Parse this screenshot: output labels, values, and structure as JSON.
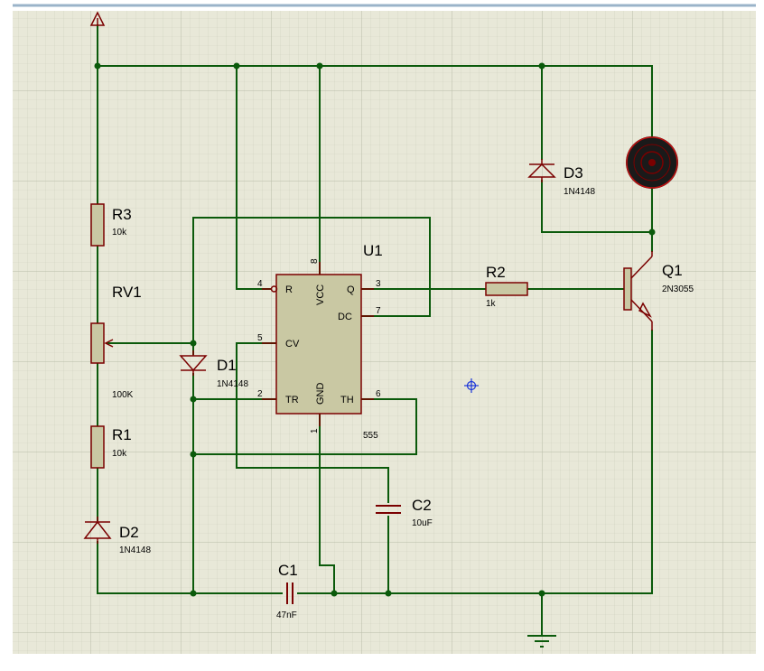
{
  "schematic": {
    "power_symbol": "power-terminal-arrow",
    "ground_symbol": "ground",
    "probe_symbol": "crosshair-probe",
    "colors": {
      "background": "#e8e8d8",
      "grid_minor": "#cdd0bd",
      "grid_major": "#b9bca8",
      "wire": "#0b5a0b",
      "component": "#7a0000",
      "ic_fill": "#c9c8a3",
      "probe": "#1a35d8",
      "motor_fill": "#1a1a1a",
      "motor_ring": "#c01010"
    },
    "components": {
      "u1": {
        "ref": "U1",
        "value": "555",
        "pins": {
          "p8": "8",
          "p4": "4",
          "p3": "3",
          "p7": "7",
          "p5": "5",
          "p2": "2",
          "p6": "6",
          "p1": "1"
        },
        "labels": {
          "vcc": "VCC",
          "r": "R",
          "q": "Q",
          "dc": "DC",
          "cv": "CV",
          "tr": "TR",
          "th": "TH",
          "gnd": "GND"
        }
      },
      "r3": {
        "ref": "R3",
        "value": "10k"
      },
      "rv1": {
        "ref": "RV1",
        "value": "100K"
      },
      "r1": {
        "ref": "R1",
        "value": "10k"
      },
      "d2": {
        "ref": "D2",
        "value": "1N4148"
      },
      "d1": {
        "ref": "D1",
        "value": "1N4148"
      },
      "d3": {
        "ref": "D3",
        "value": "1N4148"
      },
      "r2": {
        "ref": "R2",
        "value": "1k"
      },
      "q1": {
        "ref": "Q1",
        "value": "2N3055"
      },
      "c1": {
        "ref": "C1",
        "value": "47nF"
      },
      "c2": {
        "ref": "C2",
        "value": "10uF"
      }
    }
  }
}
